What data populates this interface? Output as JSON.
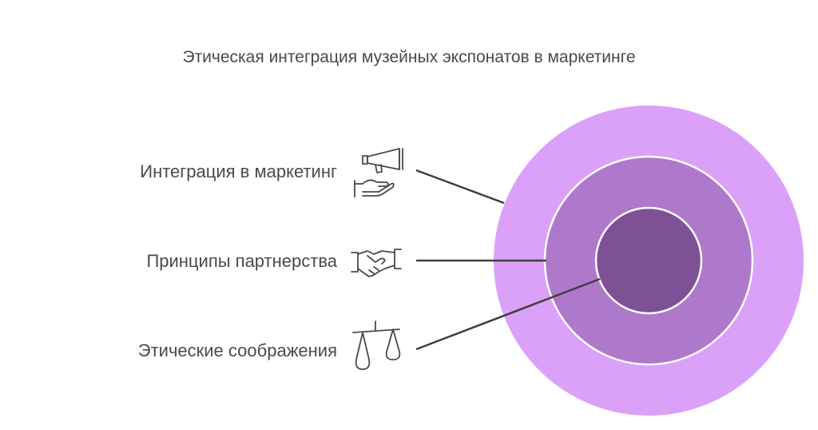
{
  "title": "Этическая интеграция музейных экспонатов в маркетинге",
  "layers": [
    {
      "label": "Интеграция в маркетинг",
      "icon": "megaphone-hand-icon",
      "color": "#dba0f8"
    },
    {
      "label": "Принципы партнерства",
      "icon": "handshake-icon",
      "color": "#ae79cb"
    },
    {
      "label": "Этические соображения",
      "icon": "scales-icon",
      "color": "#7e5197"
    }
  ],
  "colors": {
    "text": "#4a4a4a",
    "ring_stroke": "#ffffff",
    "connector": "#3f3f3f"
  }
}
